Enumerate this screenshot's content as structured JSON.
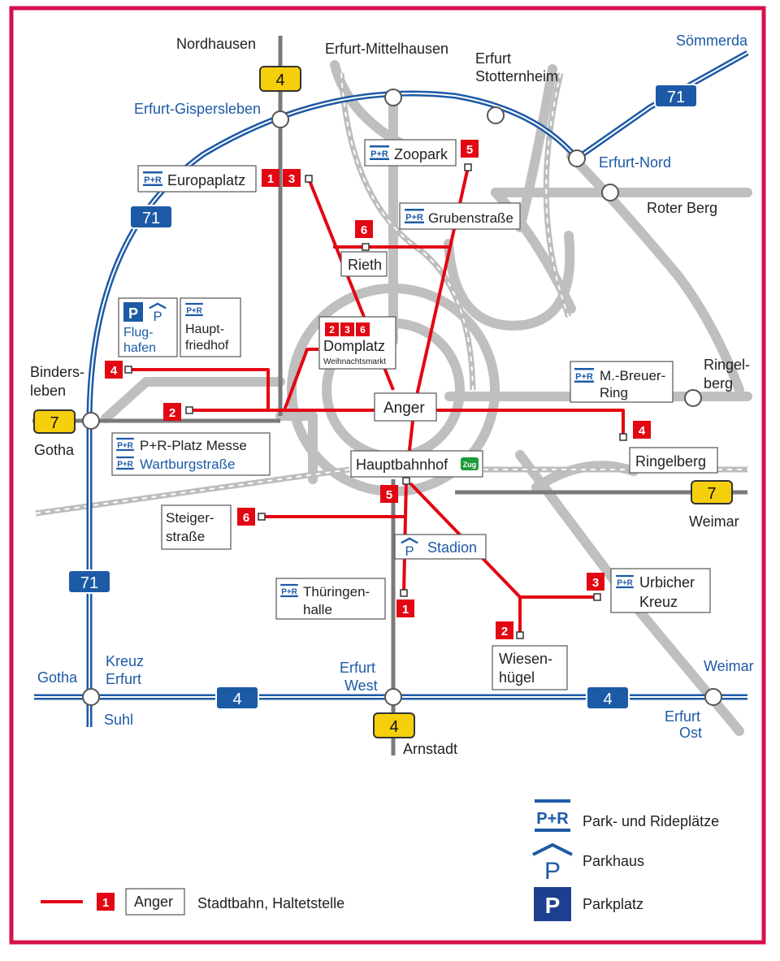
{
  "places": {
    "nordhausen": "Nordhausen",
    "mittelhausen": "Erfurt-Mittelhausen",
    "stotternheim_1": "Erfurt",
    "stotternheim_2": "Stotternheim",
    "soemmerda": "Sömmerda",
    "gispersleben": "Erfurt-Gispersleben",
    "erfurt_nord": "Erfurt-Nord",
    "roter_berg": "Roter Berg",
    "bindersleben_1": "Binders-",
    "bindersleben_2": "leben",
    "gotha": "Gotha",
    "gotha_2": "Gotha",
    "ringelberg_label_1": "Ringel-",
    "ringelberg_label_2": "berg",
    "weimar": "Weimar",
    "weimar_2": "Weimar",
    "kreuz_erfurt_1": "Kreuz",
    "kreuz_erfurt_2": "Erfurt",
    "suhl": "Suhl",
    "erfurt_west_1": "Erfurt",
    "erfurt_west_2": "West",
    "arnstadt": "Arnstadt",
    "erfurt_ost_1": "Erfurt",
    "erfurt_ost_2": "Ost"
  },
  "road_shields": {
    "b4_north": "4",
    "b4_south": "4",
    "b7_west": "7",
    "b7_east": "7",
    "a71_north": "71",
    "a71_west": "71",
    "a71_west_south": "71",
    "a4_mid": "4",
    "a4_east": "4"
  },
  "stops": {
    "europaplatz": "Europaplatz",
    "zoopark": "Zoopark",
    "grubenstrasse": "Grubenstraße",
    "rieth": "Rieth",
    "domplatz": "Domplatz",
    "domplatz_sub": "Weihnachtsmarkt",
    "anger": "Anger",
    "hauptbahnhof": "Hauptbahnhof",
    "zug_badge": "Zug",
    "breuer_1": "M.-Breuer-",
    "breuer_2": "Ring",
    "ringelberg": "Ringelberg",
    "messe": "P+R-Platz Messe",
    "wartburg": "Wartburgstraße",
    "steiger_1": "Steiger-",
    "steiger_2": "straße",
    "stadion": "Stadion",
    "thueringenhalle_1": "Thüringen-",
    "thueringenhalle_2": "halle",
    "urbicher_1": "Urbicher",
    "urbicher_2": "Kreuz",
    "wiesenhuegel_1": "Wiesen-",
    "wiesenhuegel_2": "hügel",
    "flughafen_1": "Flug-",
    "flughafen_2": "hafen",
    "hauptfriedhof_1": "Haupt-",
    "hauptfriedhof_2": "friedhof"
  },
  "line_badges": {
    "europaplatz_a": "1",
    "europaplatz_b": "3",
    "zoopark": "5",
    "rieth": "6",
    "domplatz_a": "2",
    "domplatz_b": "3",
    "domplatz_c": "6",
    "bindersleben": "4",
    "messe": "2",
    "ringelberg": "4",
    "hbf": "5",
    "steiger": "6",
    "urbicher": "3",
    "wiesenhuegel": "2",
    "thueringenhalle": "1",
    "legend": "1"
  },
  "pr_label": "P+R",
  "parking_letter": "P",
  "legend": {
    "stop_name": "Anger",
    "tram_text": "Stadtbahn, Haltetstelle",
    "pr_text": "Park- und Rideplätze",
    "parkhaus_text": "Parkhaus",
    "parkplatz_text": "Parkplatz"
  },
  "colors": {
    "frame": "#d6104b",
    "tram": "#e30613",
    "motorway": "#1d5aa6",
    "place_blue": "#1d5aa6",
    "road_grey": "#bfbfbf",
    "federal_road": "#7a7a7a",
    "shield_yellow": "#f6cf0c",
    "zug_green": "#1f9a3c"
  }
}
